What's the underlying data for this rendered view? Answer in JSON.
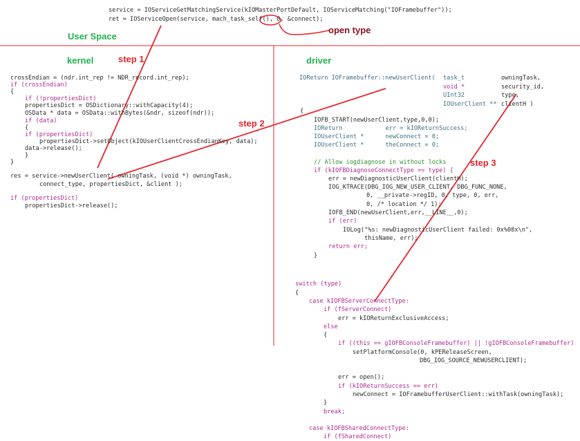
{
  "userspace": {
    "label": "User Space",
    "lines": [
      "service = IOServiceGetMatchingService(kIOMasterPortDefault, IOServiceMatching(\"IOFramebuffer\"));",
      "ret = IOServiceOpen(service, mach_task_self(), 0, &connect);"
    ],
    "annotation": "open type"
  },
  "kernel": {
    "label": "kernel",
    "lines": [
      "crossEndian = (ndr.int_rep != NDR_record.int_rep);",
      "if (crossEndian)",
      "{",
      "if (!propertiesDict)",
      "propertiesDict = OSDictionary::withCapacity(4);",
      "OSData * data = OSData::withBytes(&ndr, sizeof(ndr));",
      "if (data)",
      "{",
      "if (propertiesDict)",
      "propertiesDict->setObject(kIOUserClientCrossEndianKey, data);",
      "data->release();",
      "}",
      "}",
      "res = service->newUserClient( owningTask, (void *) owningTask,",
      "connect_type, propertiesDict, &client );",
      "if (propertiesDict)",
      "propertiesDict->release();"
    ]
  },
  "driver": {
    "label": "driver",
    "signature": "IOReturn IOFramebuffer::newUserClient(",
    "params": [
      {
        "type": "task_t",
        "name": "owningTask,"
      },
      {
        "type": "void *",
        "name": "security_id,"
      },
      {
        "type": "UInt32",
        "name": "type,"
      },
      {
        "type": "IOUserClient **",
        "name": "clientH )"
      }
    ],
    "lines": [
      "{",
      "IOFB_START(newUserClient,type,0,0);",
      "IOReturn            err = kIOReturnSuccess;",
      "IOUserClient *      newConnect = 0;",
      "IOUserClient *      theConnect = 0;",
      "// Allow iogdiagnose in without locks",
      "if (kIOFBDiagnoseConnectType == type) {",
      "err = newDiagnosticUserClient(clientH);",
      "IOG_KTRACE(DBG_IOG_NEW_USER_CLIENT, DBG_FUNC_NONE,",
      "0, __private->regID, 0, type, 0, err,",
      "0, /* location */ 1);",
      "IOFB_END(newUserClient,err,__LINE__,0);",
      "if (err)",
      "IOLog(\"%s: newDiagnosticUserClient failed: 0x%08x\\n\",",
      "thisName, err);",
      "return err;",
      "}",
      "switch (type)",
      "{",
      "case kIOFBServerConnectType:",
      "if (fServerConnect)",
      "err = kIOReturnExclusiveAccess;",
      "else",
      "{",
      "if ((this == gIOFBConsoleFramebuffer) || !gIOFBConsoleFramebuffer)",
      "setPlatformConsole(0, kPEReleaseScreen,",
      "DBG_IOG_SOURCE_NEWUSERCLIENT);",
      "err = open();",
      "if (kIOReturnSuccess == err)",
      "newConnect = IOFramebufferUserClient::withTask(owningTask);",
      "}",
      "break;",
      "case kIOFBSharedConnectType:",
      "if (fSharedConnect)"
    ]
  },
  "steps": [
    "step 1",
    "step 2",
    "step 3"
  ],
  "colors": {
    "annotation_red": "#e8252a",
    "label_green": "#22b24c",
    "open_type": "#8b1020"
  }
}
